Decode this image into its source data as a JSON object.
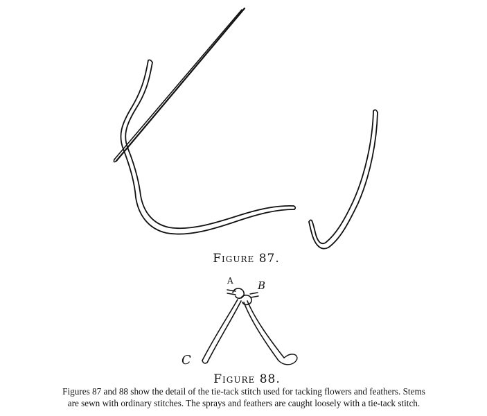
{
  "figure87": {
    "caption_prefix": "Figure",
    "caption_number": "87."
  },
  "figure88": {
    "caption_prefix": "Figure",
    "caption_number": "88.",
    "labels": {
      "a": "A",
      "b": "B",
      "c": "C"
    }
  },
  "description": {
    "line1": "Figures 87 and 88 show the detail of the tie-tack stitch used for tacking flowers and feathers.  Stems",
    "line2": "are sewn with ordinary stitches.  The sprays and feathers are caught loosely with a tie-tack stitch."
  }
}
